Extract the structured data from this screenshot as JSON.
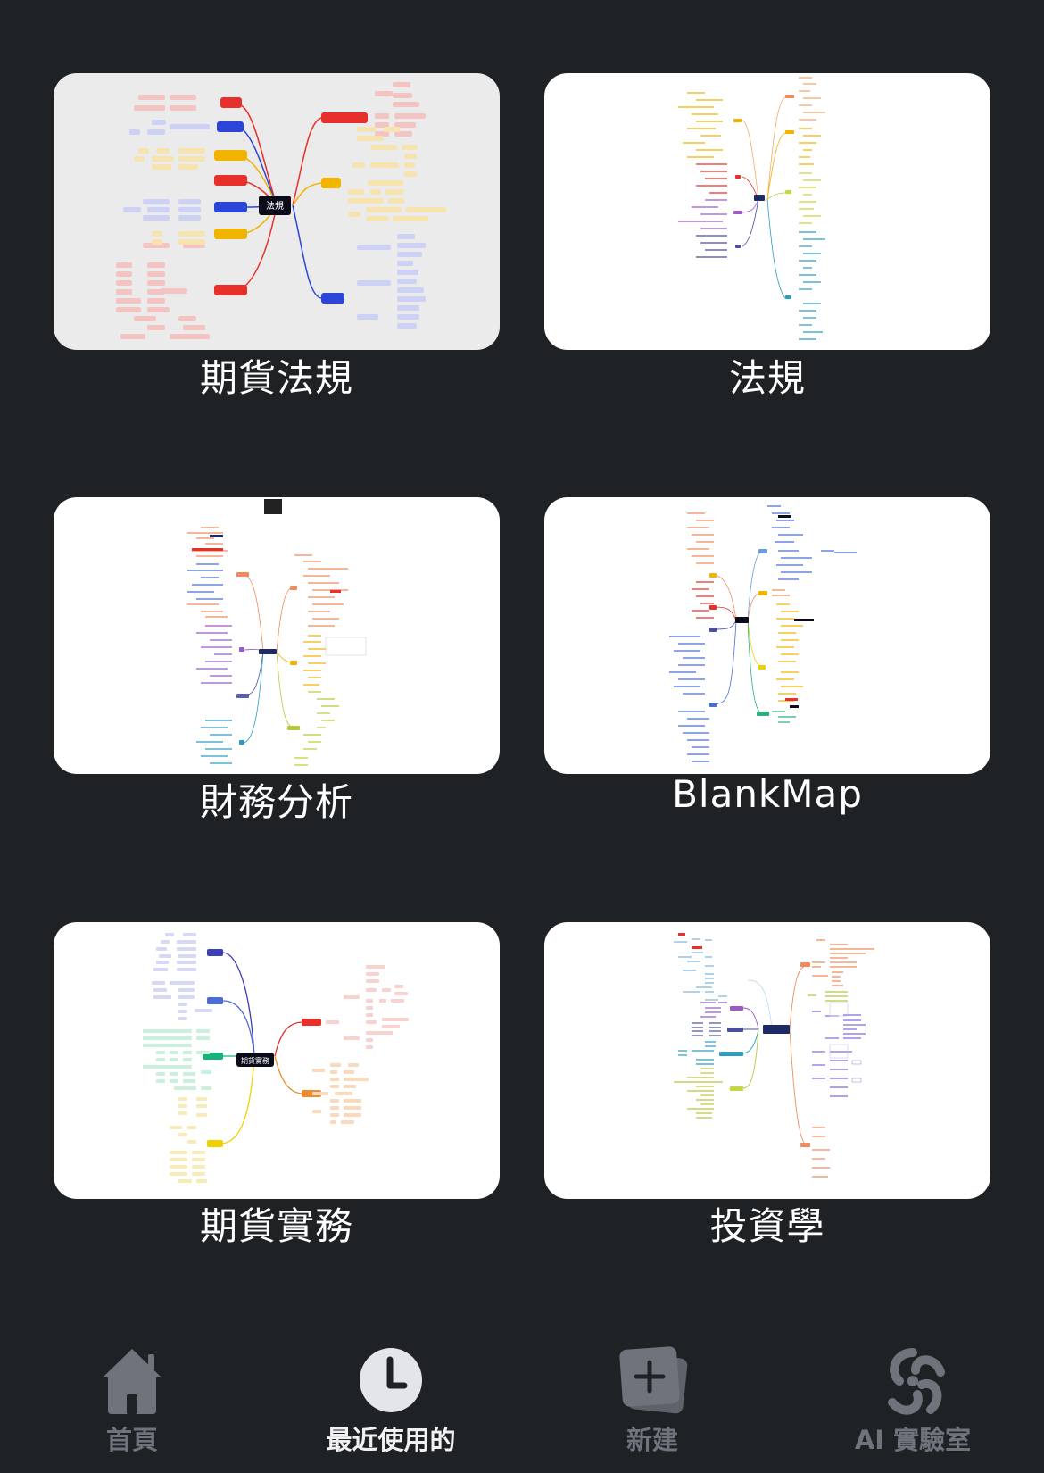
{
  "files": [
    {
      "title": "期貨法規",
      "thumbnail": "mindmap-legal-futures",
      "center_node": "法規"
    },
    {
      "title": "法規",
      "thumbnail": "mindmap-regulations"
    },
    {
      "title": "財務分析",
      "thumbnail": "mindmap-financial-analysis"
    },
    {
      "title": "BlankMap",
      "thumbnail": "mindmap-blank-map"
    },
    {
      "title": "期貨實務",
      "thumbnail": "mindmap-futures-practice",
      "center_node": "期貨實務"
    },
    {
      "title": "投資學",
      "thumbnail": "mindmap-investments"
    }
  ],
  "tabbar": {
    "items": [
      {
        "label": "首頁",
        "icon": "home-icon",
        "active": false
      },
      {
        "label": "最近使用的",
        "icon": "clock-icon",
        "active": true
      },
      {
        "label": "新建",
        "icon": "new-file-icon",
        "active": false
      },
      {
        "label": "AI 實驗室",
        "icon": "ai-lab-icon",
        "active": false
      }
    ]
  },
  "colors": {
    "background": "#1f2225",
    "tab_inactive": "#6f747c",
    "tab_active": "#f1f1f3",
    "node_red": "#e8302a",
    "node_blue": "#2b45d8",
    "node_yellow": "#f1b400",
    "node_dark": "#0b0b1a"
  }
}
